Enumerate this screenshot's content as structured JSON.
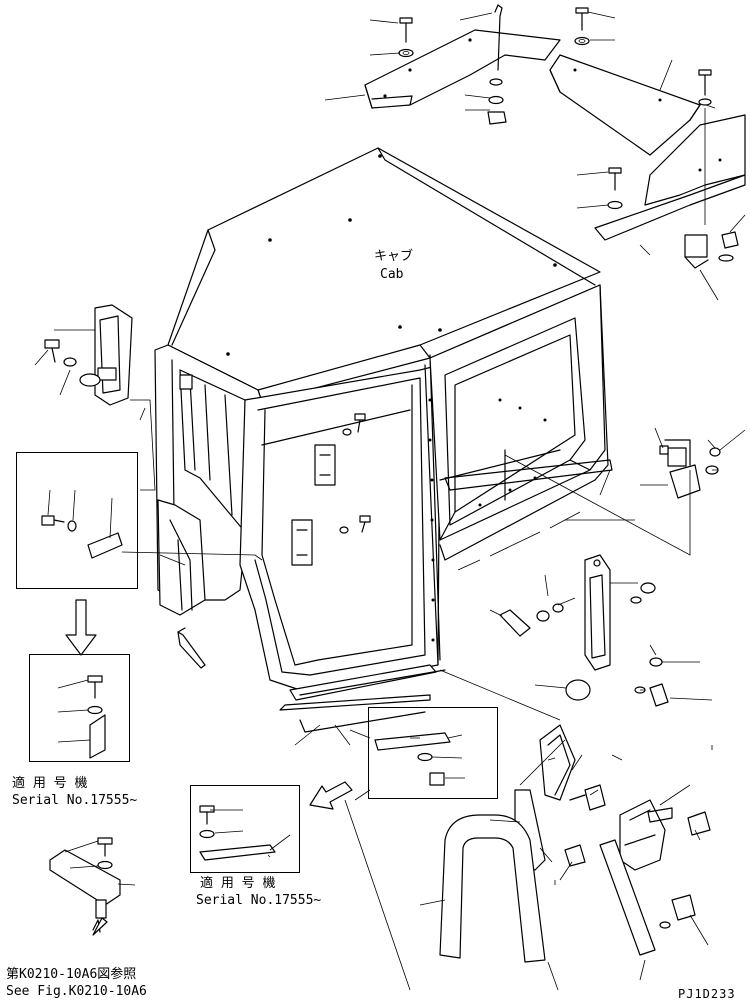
{
  "cab_label": {
    "jp": "キャブ",
    "en": "Cab"
  },
  "serial_note_left": {
    "jp": "適 用 号 機",
    "en": "Serial No.17555~"
  },
  "serial_note_bottom": {
    "jp": "適 用 号 機",
    "en": "Serial No.17555~"
  },
  "reference": {
    "jp": "第K0210-10A6図参照",
    "en": "See Fig.K0210-10A6"
  },
  "drawing_code": "PJ1D233"
}
